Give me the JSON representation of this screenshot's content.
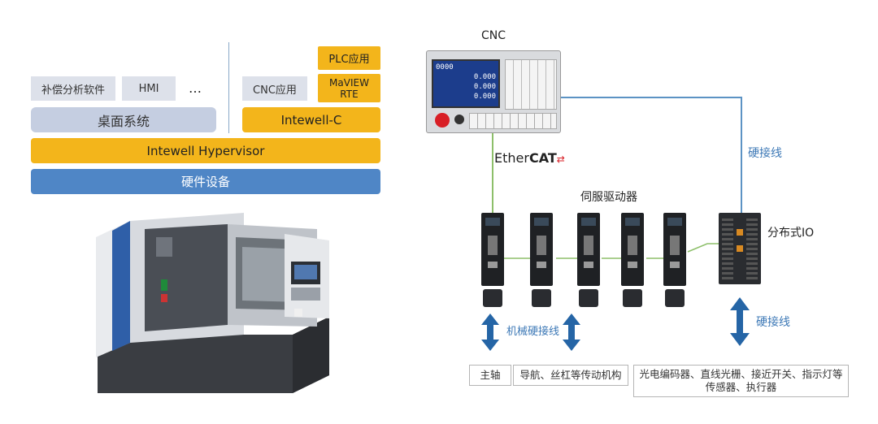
{
  "software_stack": {
    "apps_left": [
      "补偿分析软件",
      "HMI",
      "…"
    ],
    "desktop": "桌面系统",
    "apps_right_cnc": "CNC应用",
    "plc": "PLC应用",
    "maview": [
      "MaVIEW",
      "RTE"
    ],
    "intewell_c": "Intewell-C",
    "hypervisor": "Intewell Hypervisor",
    "hardware": "硬件设备"
  },
  "network": {
    "cnc_label": "CNC",
    "ethercat_prefix": "Ether",
    "ethercat_suffix": "CAT",
    "hardwire_top": "硬接线",
    "servo_label": "伺服驱动器",
    "dist_io_label": "分布式IO",
    "mech_hardwire": "机械硬接线",
    "hardwire_bottom": "硬接线",
    "cnc_screen": [
      "0000",
      "0.000",
      "0.000",
      "0.000"
    ]
  },
  "bottom": {
    "spindle": "主轴",
    "guides": "导航、丝杠等传动机构",
    "sensors": [
      "光电编码器、直线光栅、接近开关、指示灯等",
      "传感器、执行器"
    ]
  },
  "colors": {
    "gold": "#f3b51b",
    "blue_bar": "#4f86c6",
    "gray_bar": "#c5cee1",
    "line_green": "#8dbf6a",
    "line_blue": "#5c93c4"
  }
}
